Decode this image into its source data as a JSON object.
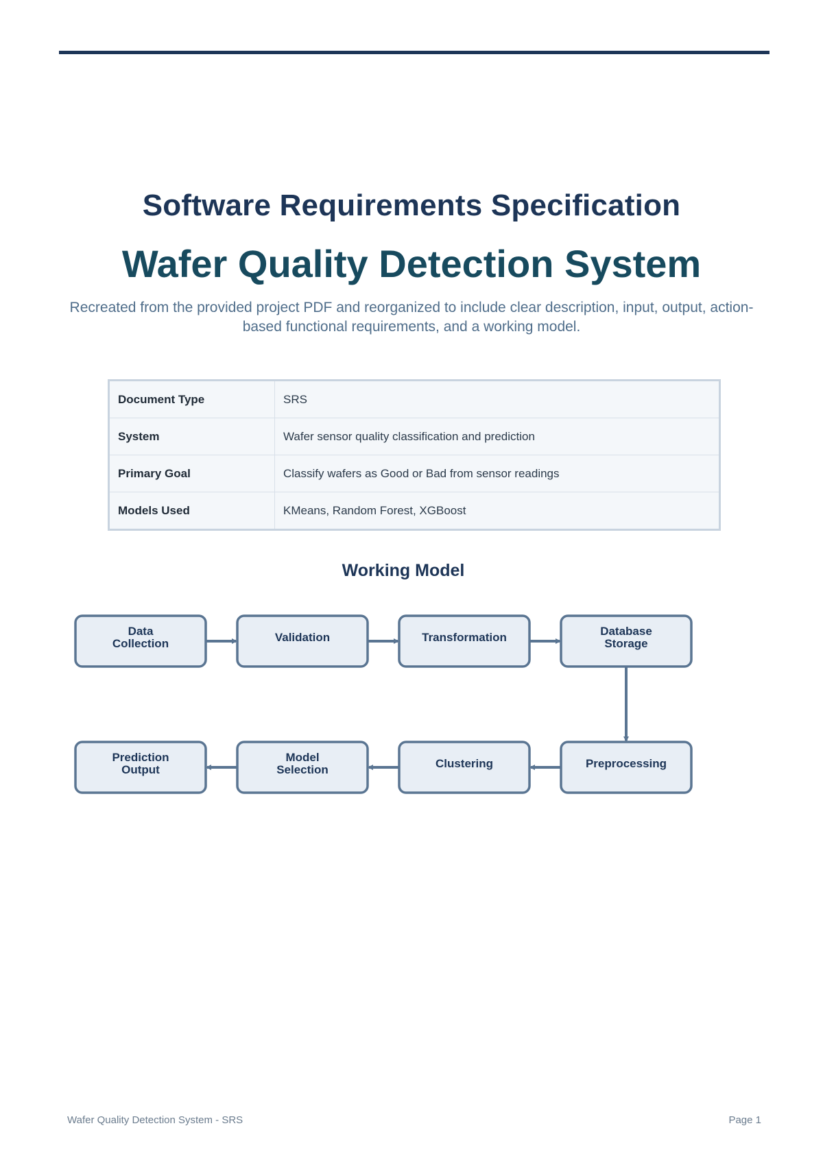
{
  "document": {
    "kind": "Software Requirements Specification",
    "title": "Wafer Quality Detection System",
    "subtitle": "Recreated from the provided project PDF and reorganized to include clear description, input, output, action-based functional requirements, and a working model."
  },
  "meta_table": [
    {
      "key": "Document Type",
      "value": "SRS"
    },
    {
      "key": "System",
      "value": "Wafer sensor quality classification and prediction"
    },
    {
      "key": "Primary Goal",
      "value": "Classify wafers as Good or Bad from sensor readings"
    },
    {
      "key": "Models Used",
      "value": "KMeans, Random Forest, XGBoost"
    }
  ],
  "working_model": {
    "heading": "Working Model",
    "steps": [
      {
        "lines": [
          "Data",
          "Collection"
        ]
      },
      {
        "lines": [
          "Validation"
        ]
      },
      {
        "lines": [
          "Transformation"
        ]
      },
      {
        "lines": [
          "Database",
          "Storage"
        ]
      },
      {
        "lines": [
          "Preprocessing"
        ]
      },
      {
        "lines": [
          "Clustering"
        ]
      },
      {
        "lines": [
          "Model",
          "Selection"
        ]
      },
      {
        "lines": [
          "Prediction",
          "Output"
        ]
      }
    ],
    "colors": {
      "box_fill": "#e8eef5",
      "box_stroke": "#5a7592",
      "text": "#1d3557"
    }
  },
  "footer": {
    "left": "Wafer Quality Detection System - SRS",
    "right": "Page 1"
  },
  "colors": {
    "primary": "#1d3557",
    "title": "#174a5e",
    "subtitle": "#4f6d8a"
  }
}
